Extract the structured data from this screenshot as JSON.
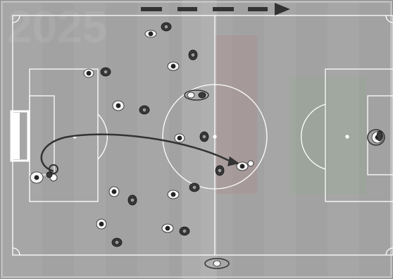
{
  "view": {
    "screen": "tactics-board",
    "orientation": "horizontal",
    "play_direction": "left-to-right"
  },
  "colors": {
    "pitch": "#a6a6a6",
    "pitch_dark": "#9b9b9b",
    "lines": "#ffffff",
    "home_team": "#f4f4f4",
    "away_team": "#3a3a3a",
    "arrow": "#333333",
    "watermark_red": "#c85a5a",
    "watermark_green": "#6fbf6f"
  },
  "watermark": {
    "text": "2025"
  },
  "formation": {
    "home_players_visible": 14,
    "away_players_visible": 13
  },
  "icons": {
    "direction": "arrow-right-icon",
    "ball": "football-icon",
    "marker": "ellipse-marker-icon"
  }
}
